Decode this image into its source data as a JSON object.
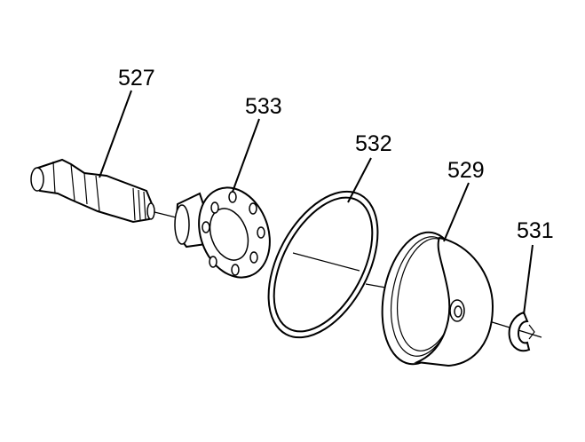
{
  "labels": {
    "shaft": "527",
    "flange": "533",
    "oring": "532",
    "piston": "529",
    "clip": "531"
  }
}
